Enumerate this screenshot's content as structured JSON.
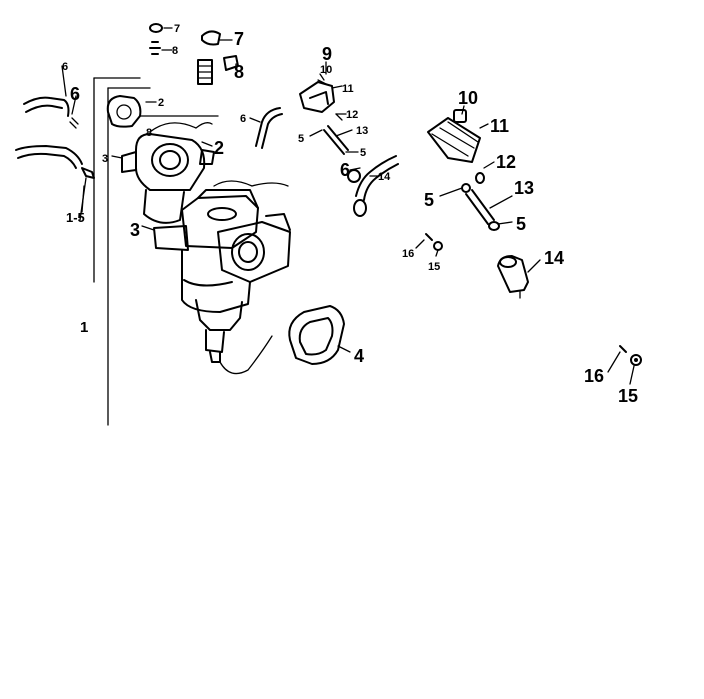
{
  "callouts": {
    "c1": "1",
    "c1_5": "1-5",
    "c2_small": "2",
    "c2_big": "2",
    "c3_small": "3",
    "c3_big": "3",
    "c4": "4",
    "c5_a": "5",
    "c5_b": "5",
    "c5_c": "5",
    "c5_d": "5",
    "c6_a": "6",
    "c6_b": "6",
    "c6_c": "6",
    "c6_d": "6",
    "c7_a": "7",
    "c7_b": "7",
    "c8_a": "8",
    "c8_b": "8",
    "c8_c": "8",
    "c9": "9",
    "c10_a": "10",
    "c10_b": "10",
    "c11_a": "11",
    "c11_b": "11",
    "c12_a": "12",
    "c12_b": "12",
    "c13_a": "13",
    "c13_b": "13",
    "c14_a": "14",
    "c14_b": "14",
    "c15_a": "15",
    "c15_b": "15",
    "c16_a": "16",
    "c16_b": "16"
  }
}
